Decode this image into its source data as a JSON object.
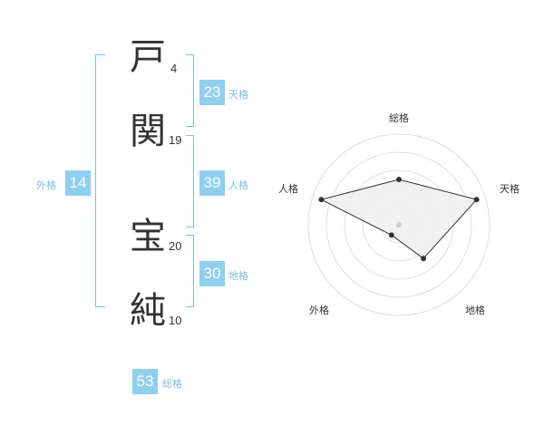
{
  "name": {
    "characters": [
      {
        "char": "戸",
        "strokes": "4"
      },
      {
        "char": "関",
        "strokes": "19"
      },
      {
        "char": "宝",
        "strokes": "20"
      },
      {
        "char": "純",
        "strokes": "10"
      }
    ]
  },
  "fortunes": {
    "tenkaku": {
      "value": "23",
      "label": "天格"
    },
    "jinkaku": {
      "value": "39",
      "label": "人格"
    },
    "chikaku": {
      "value": "30",
      "label": "地格"
    },
    "gaikaku": {
      "value": "14",
      "label": "外格"
    },
    "soukaku": {
      "value": "53",
      "label": "総格"
    }
  },
  "radar": {
    "labels": {
      "top": "総格",
      "right": "天格",
      "bottom_right": "地格",
      "bottom_left": "外格",
      "left": "人格"
    }
  },
  "chart_data": {
    "type": "radar",
    "axes": [
      "総格",
      "天格",
      "地格",
      "外格",
      "人格"
    ],
    "values": [
      2.5,
      4.5,
      2.3,
      0.7,
      4.5
    ],
    "max": 5,
    "rings": 5,
    "colors": {
      "fill": "#f0f0f0",
      "line": "#333333",
      "grid": "#dddddd",
      "center": "#cccccc"
    }
  }
}
